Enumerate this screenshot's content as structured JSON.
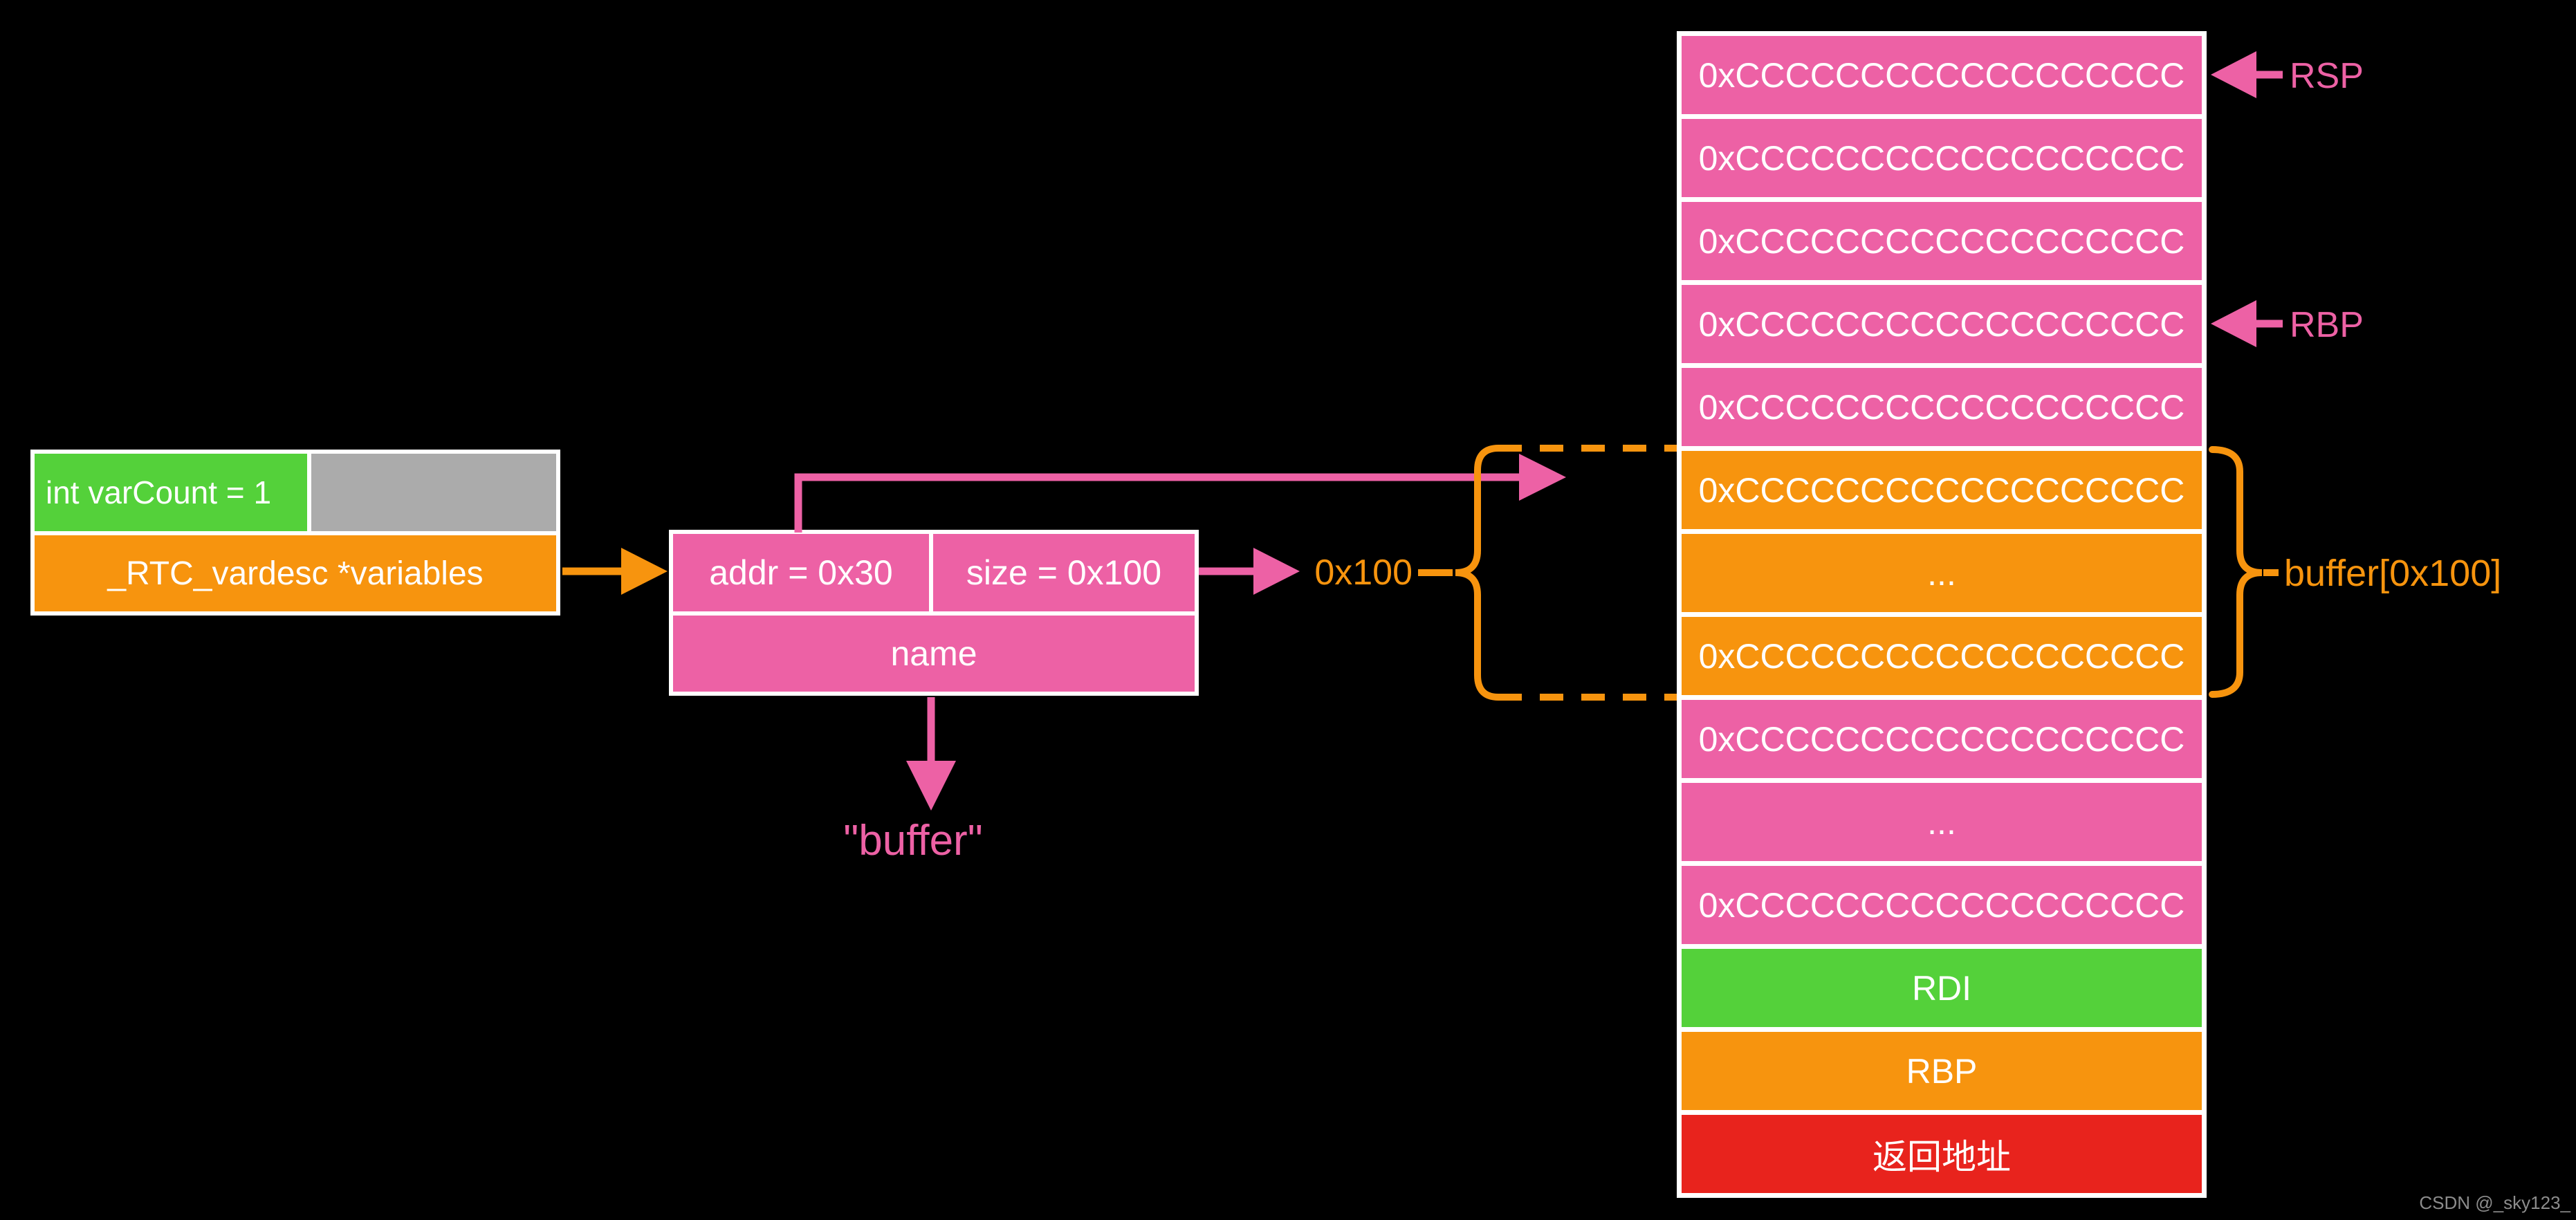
{
  "colors": {
    "background": "#000000",
    "pink": "#ED61A5",
    "orange": "#F7940E",
    "green": "#54D13A",
    "red": "#E8231D",
    "gray": "#ABABAB",
    "border_white": "#FFFFFF",
    "watermark_gray": "#8C8C8C"
  },
  "var_table": {
    "var_count_label": "int varCount = 1",
    "variables_label": "_RTC_vardesc *variables"
  },
  "vardesc_struct": {
    "addr_label": "addr = 0x30",
    "size_label": "size = 0x100",
    "name_label": "name"
  },
  "name_value_label": "\"buffer\"",
  "annotations": {
    "rsp_label": "RSP",
    "rbp_label": "RBP",
    "size_value_label": "0x100",
    "buffer_range_label": "buffer[0x100]"
  },
  "stack": {
    "rows": [
      {
        "text": "0xCCCCCCCCCCCCCCCCCC",
        "color": "pink"
      },
      {
        "text": "0xCCCCCCCCCCCCCCCCCC",
        "color": "pink"
      },
      {
        "text": "0xCCCCCCCCCCCCCCCCCC",
        "color": "pink"
      },
      {
        "text": "0xCCCCCCCCCCCCCCCCCC",
        "color": "pink"
      },
      {
        "text": "0xCCCCCCCCCCCCCCCCCC",
        "color": "pink"
      },
      {
        "text": "0xCCCCCCCCCCCCCCCCCC",
        "color": "orange"
      },
      {
        "text": "...",
        "color": "orange"
      },
      {
        "text": "0xCCCCCCCCCCCCCCCCCC",
        "color": "orange"
      },
      {
        "text": "0xCCCCCCCCCCCCCCCCCC",
        "color": "pink"
      },
      {
        "text": "...",
        "color": "pink"
      },
      {
        "text": "0xCCCCCCCCCCCCCCCCCC",
        "color": "pink"
      },
      {
        "text": "RDI",
        "color": "green"
      },
      {
        "text": "RBP",
        "color": "orange"
      },
      {
        "text": "返回地址",
        "color": "red"
      }
    ]
  },
  "watermark": "CSDN @_sky123_"
}
